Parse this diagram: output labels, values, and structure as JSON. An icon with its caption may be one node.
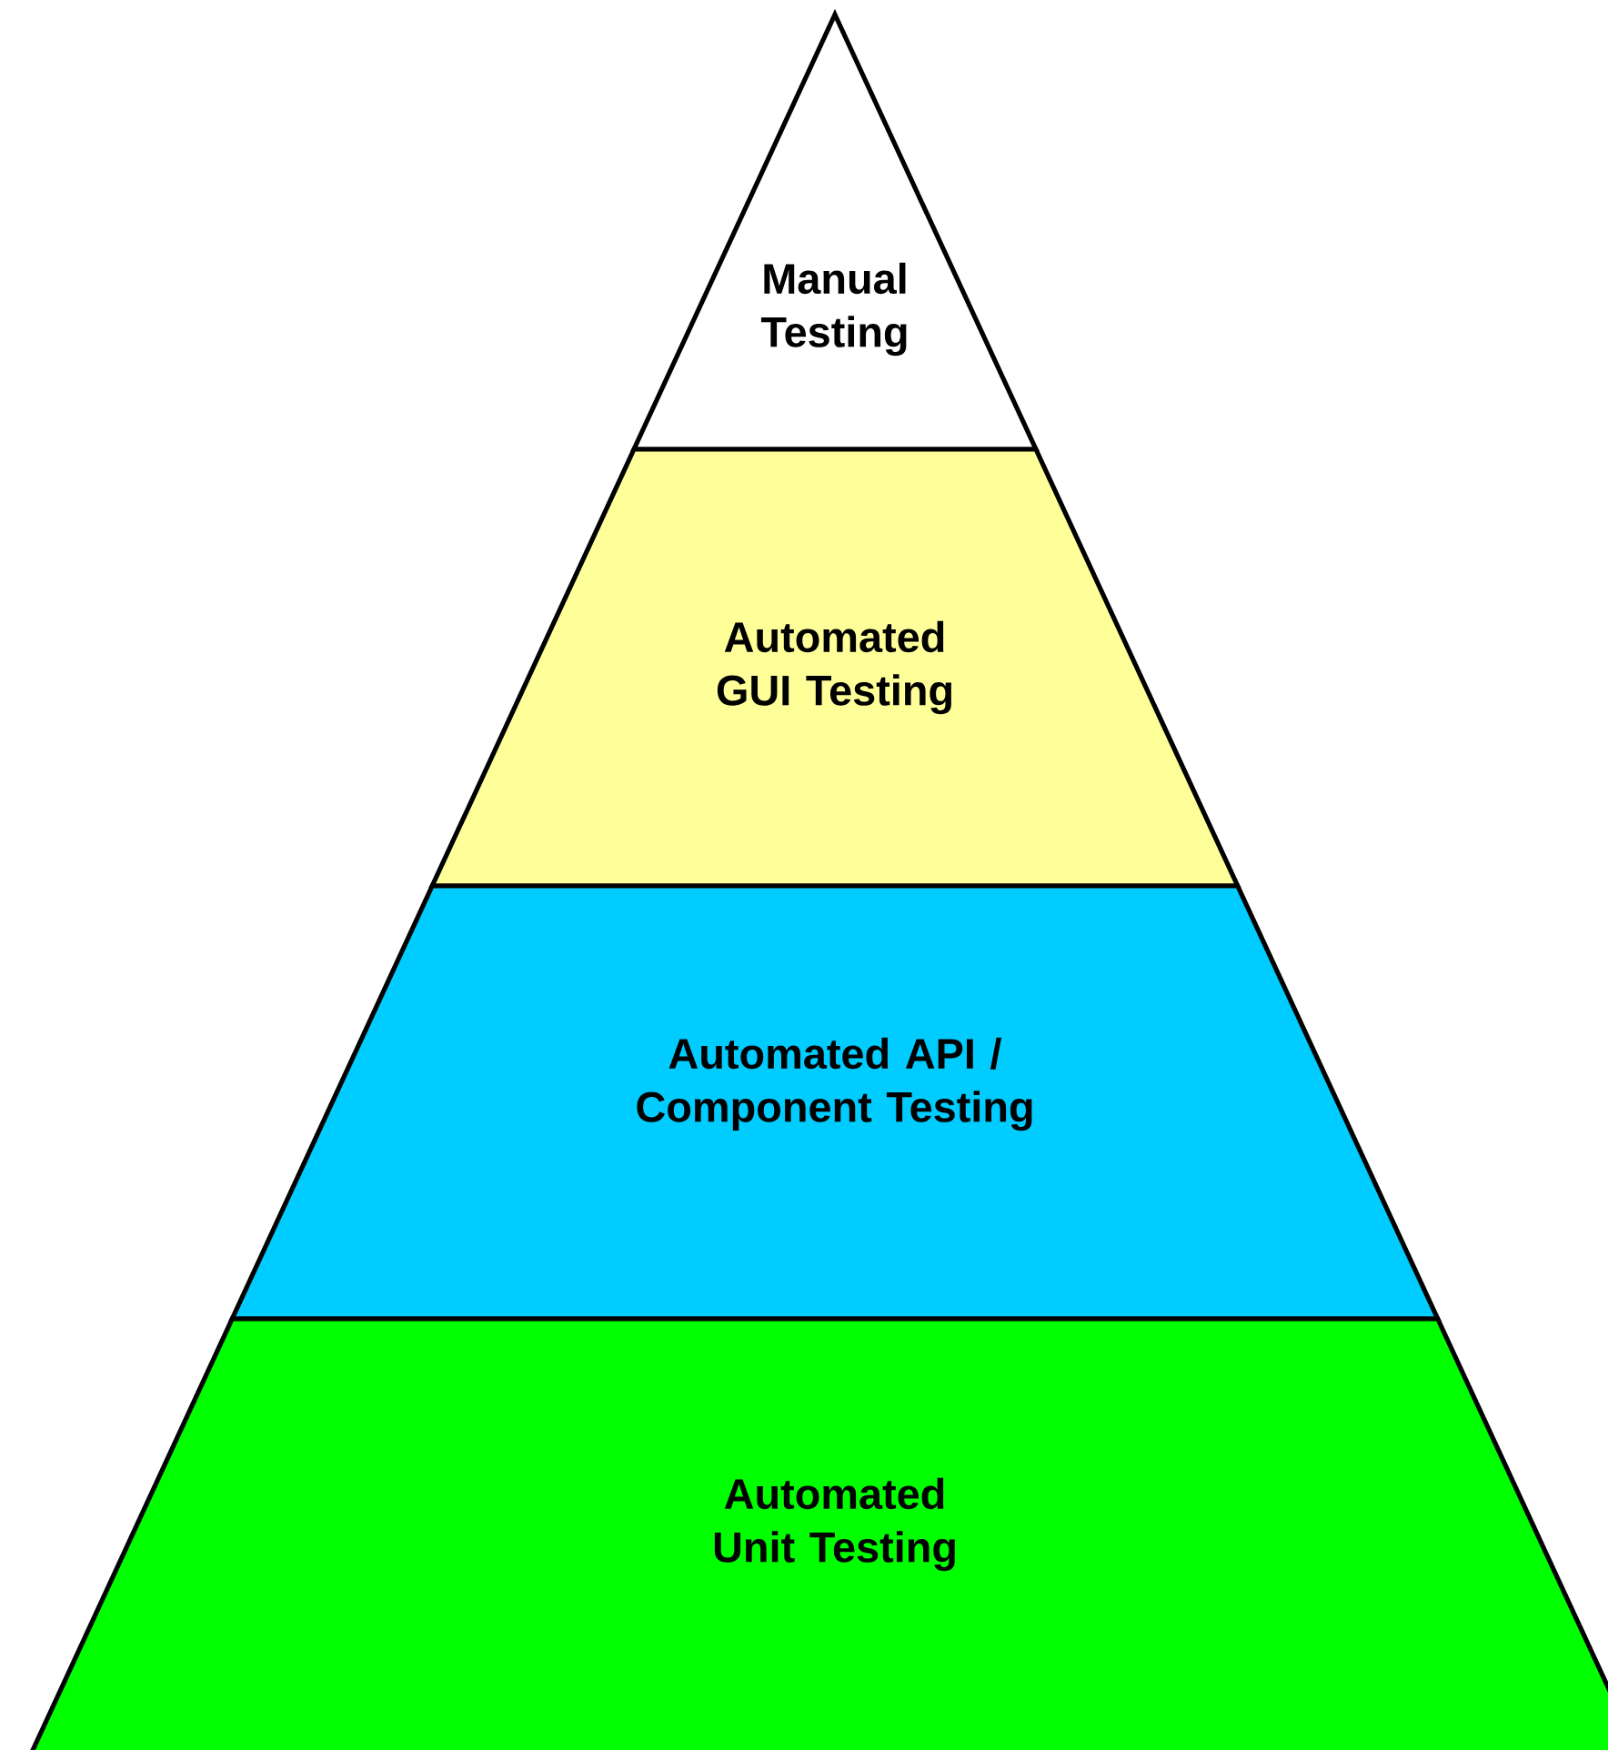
{
  "diagram": {
    "nodes": [
      {
        "text": [
          "Manual Testing"
        ]
      },
      {
        "text": [
          "Automated GUI Testing"
        ]
      },
      {
        "text": [
          "Automated API / Component Testing"
        ]
      },
      {
        "text": [
          "Automated Unit Testing"
        ]
      }
    ]
  }
}
